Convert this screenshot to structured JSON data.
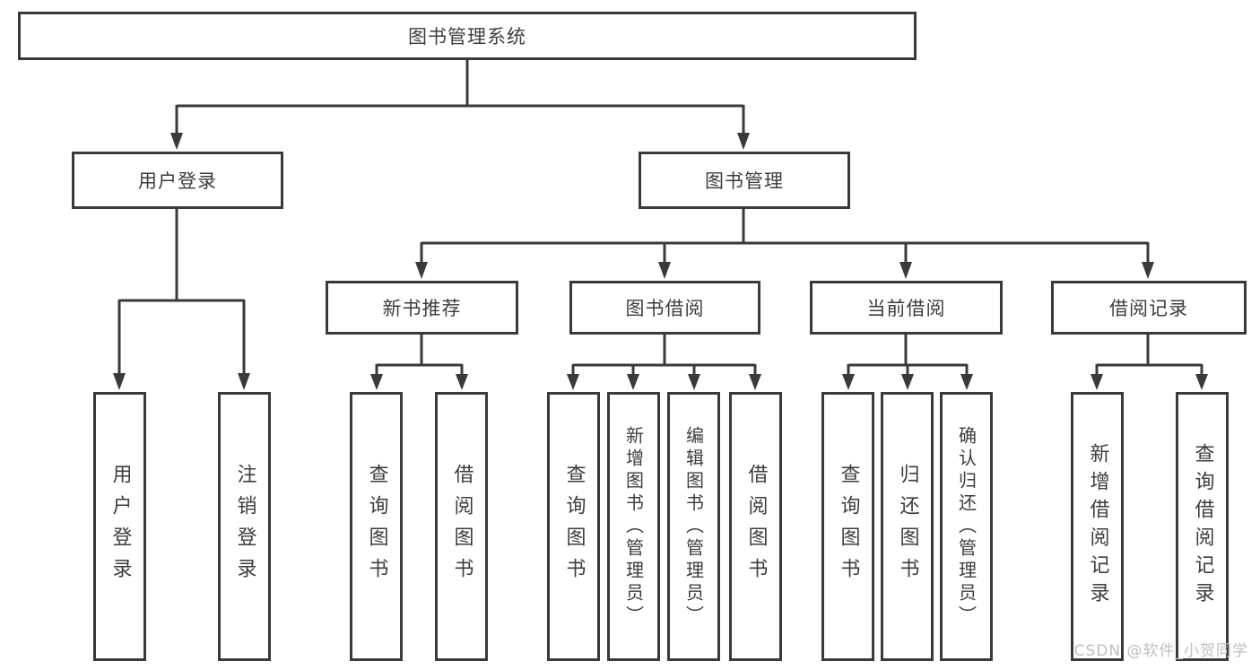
{
  "root": {
    "title": "图书管理系统"
  },
  "level2": {
    "user_login": "用户登录",
    "book_management": "图书管理"
  },
  "user_login_leaves": [
    "用户登录",
    "注销登录"
  ],
  "sections": [
    {
      "label": "新书推荐",
      "leaves": [
        "查询图书",
        "借阅图书"
      ]
    },
    {
      "label": "图书借阅",
      "leaves": [
        "查询图书",
        "新增图书（管理员）",
        "编辑图书（管理员）",
        "借阅图书"
      ]
    },
    {
      "label": "当前借阅",
      "leaves": [
        "查询图书",
        "归还图书",
        "确认归还（管理员）"
      ]
    },
    {
      "label": "借阅记录",
      "leaves": [
        "新增借阅记录",
        "查询借阅记录"
      ]
    }
  ],
  "watermark": "CSDN @软件_小贺同学",
  "colors": {
    "line": "#3a3a3a",
    "box_border": "#3a3a3a",
    "text": "#3d3d3d",
    "watermark": "#bfbfbf",
    "background": "#ffffff"
  }
}
